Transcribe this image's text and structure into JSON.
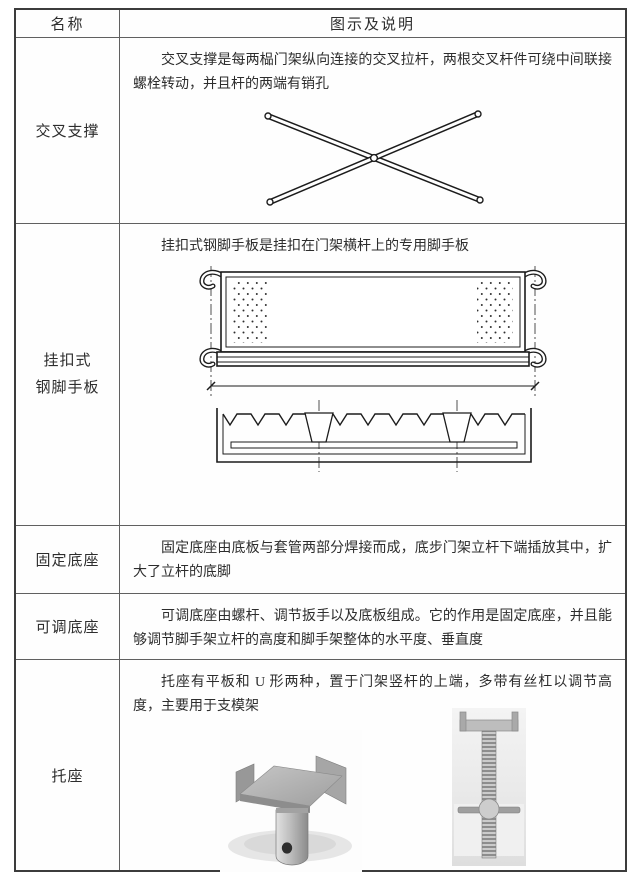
{
  "page": {
    "background": "#ffffff",
    "outer_border_color": "#3c3c3c",
    "grid_line_color": "#606060",
    "text_color": "#2d2d2d",
    "drawing_line_color": "#1c1c1c"
  },
  "table": {
    "header": {
      "name": "名称",
      "illustration": "图示及说明"
    },
    "rows": [
      {
        "name": "交叉支撑",
        "desc": "交叉支撑是每两榀门架纵向连接的交叉拉杆，两根交叉杆件可绕中间联接螺栓转动，并且杆的两端有销孔",
        "figure": "cross-brace-diagram"
      },
      {
        "name_lines": [
          "挂扣式",
          "钢脚手板"
        ],
        "desc": "挂扣式钢脚手板是挂扣在门架横杆上的专用脚手板",
        "figure": "hook-on-steel-plank-plan-and-section-drawing"
      },
      {
        "name": "固定底座",
        "desc": "固定底座由底板与套管两部分焊接而成，底步门架立杆下端插放其中，扩大了立杆的底脚"
      },
      {
        "name": "可调底座",
        "desc": "可调底座由螺杆、调节扳手以及底板组成。它的作用是固定底座，并且能够调节脚手架立杆的高度和脚手架整体的水平度、垂直度"
      },
      {
        "name": "托座",
        "desc": "托座有平板和 U 形两种，置于门架竖杆的上端，多带有丝杠以调节高度，主要用于支模架",
        "photos": [
          "flat-plate-bracket-photo",
          "screw-jack-bracket-photo"
        ]
      }
    ]
  }
}
